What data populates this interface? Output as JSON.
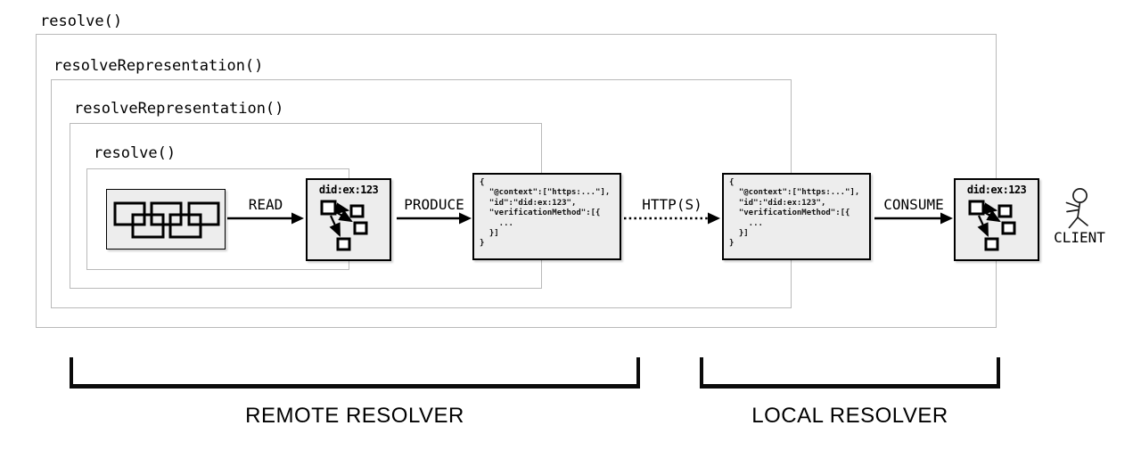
{
  "scopes": [
    {
      "label": "resolve()"
    },
    {
      "label": "resolveRepresentation()"
    },
    {
      "label": "resolveRepresentation()"
    },
    {
      "label": "resolve()"
    }
  ],
  "arrows": {
    "read": {
      "label": "READ",
      "style": "solid"
    },
    "produce": {
      "label": "PRODUCE",
      "style": "solid"
    },
    "http": {
      "label": "HTTP(S)",
      "style": "dotted"
    },
    "consume": {
      "label": "CONSUME",
      "style": "solid"
    }
  },
  "did_doc": {
    "title": "did:ex:123",
    "json": "{\n  \"@context\":[\"https:...\"],\n  \"id\":\"did:ex:123\",\n  \"verificationMethod\":[{\n    ...\n  }]\n}"
  },
  "client": {
    "label": "CLIENT"
  },
  "groups": {
    "remote": {
      "label": "REMOTE RESOLVER"
    },
    "local": {
      "label": "LOCAL RESOLVER"
    }
  },
  "icons": {
    "registry": "chain-links-icon",
    "did_graph": "node-graph-icon",
    "client": "stick-figure-actor-icon"
  },
  "colors": {
    "scope_border": "#b9b9b9",
    "artifact_fill": "#ededed",
    "artifact_border": "#000000",
    "line": "#000000"
  }
}
